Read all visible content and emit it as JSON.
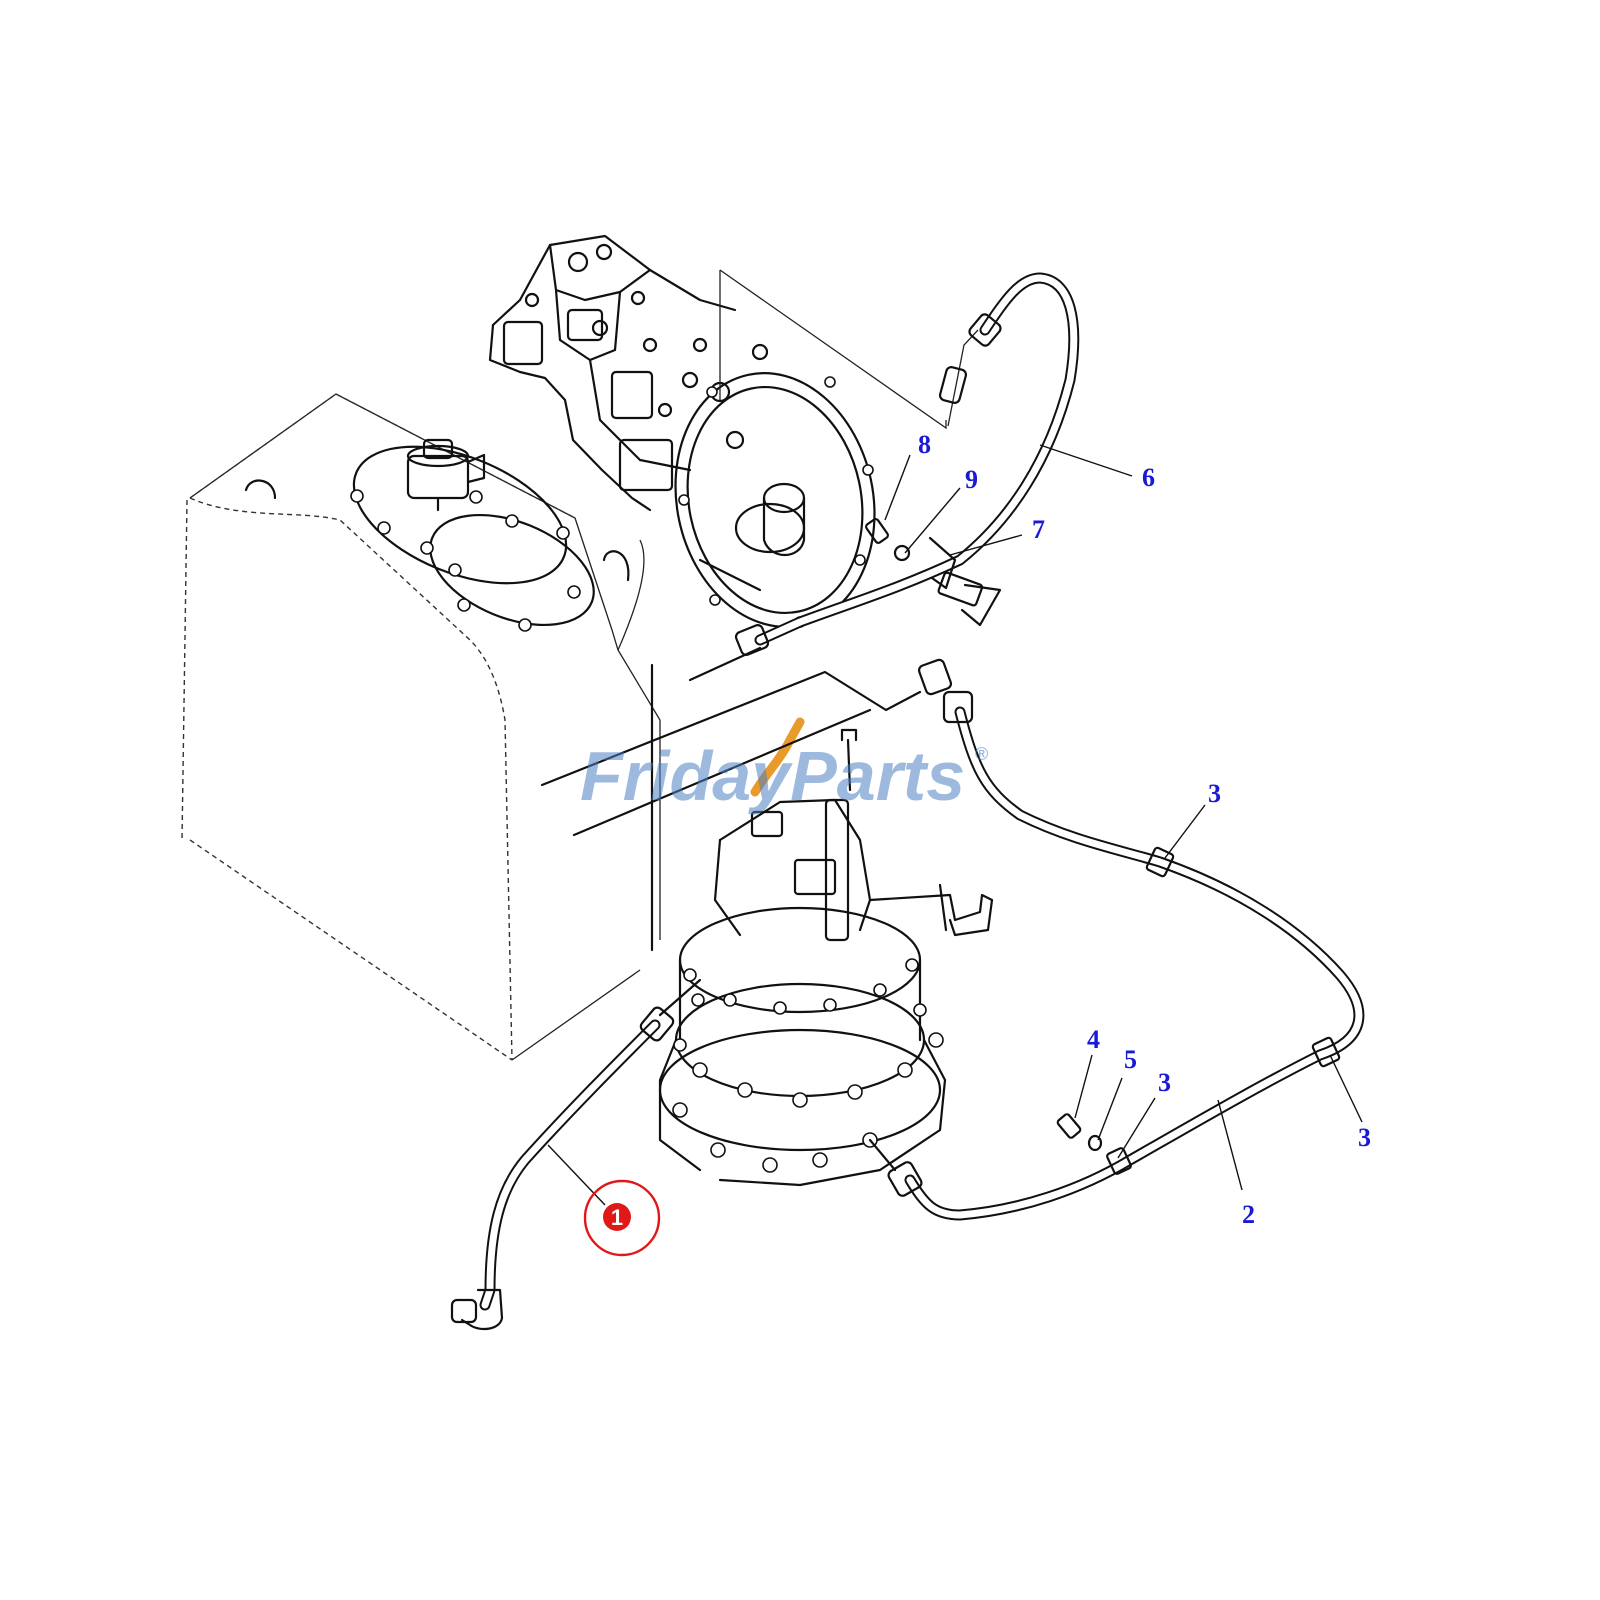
{
  "watermark": "FridayParts",
  "watermark_mark": "®",
  "callouts": [
    {
      "id": "c6",
      "label": "6"
    },
    {
      "id": "c7",
      "label": "7"
    },
    {
      "id": "c8",
      "label": "8"
    },
    {
      "id": "c9",
      "label": "9"
    },
    {
      "id": "c3a",
      "label": "3"
    },
    {
      "id": "c4",
      "label": "4"
    },
    {
      "id": "c5",
      "label": "5"
    },
    {
      "id": "c3b",
      "label": "3"
    },
    {
      "id": "c3c",
      "label": "3"
    },
    {
      "id": "c2",
      "label": "2"
    }
  ],
  "highlight": {
    "label": "1",
    "ring_color": "#e01818",
    "fill_color": "#e01818"
  },
  "colors": {
    "callout": "#1a1ad6",
    "watermark": "#4d7fc2",
    "line": "#111111"
  }
}
